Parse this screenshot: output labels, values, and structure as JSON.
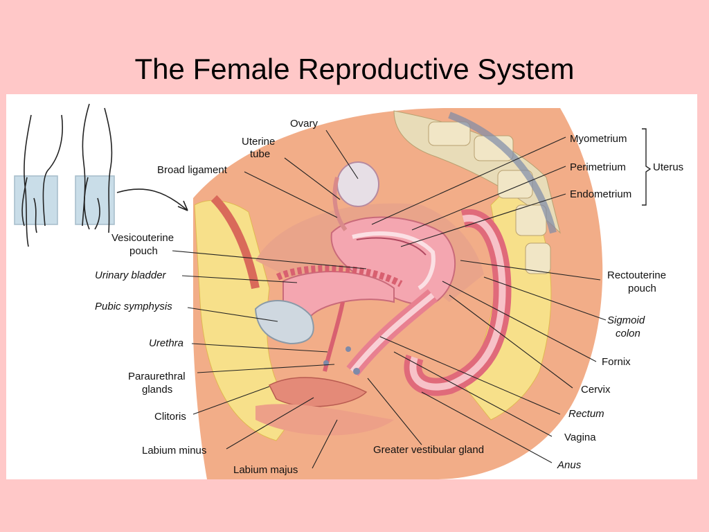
{
  "slide": {
    "title": "The Female Reproductive System"
  },
  "diagram": {
    "labels": {
      "ovary": "Ovary",
      "uterine_tube_1": "Uterine",
      "uterine_tube_2": "tube",
      "broad_ligament": "Broad ligament",
      "vesicouterine_1": "Vesicouterine",
      "vesicouterine_2": "pouch",
      "urinary_bladder": "Urinary bladder",
      "pubic_symphysis": "Pubic symphysis",
      "urethra": "Urethra",
      "paraurethral_1": "Paraurethral",
      "paraurethral_2": "glands",
      "clitoris": "Clitoris",
      "labium_minus": "Labium minus",
      "labium_majus": "Labium majus",
      "greater_vestibular_gland": "Greater vestibular gland",
      "anus": "Anus",
      "vagina": "Vagina",
      "rectum": "Rectum",
      "cervix": "Cervix",
      "fornix": "Fornix",
      "sigmoid_1": "Sigmoid",
      "sigmoid_2": "colon",
      "rectouterine_1": "Rectouterine",
      "rectouterine_2": "pouch",
      "myometrium": "Myometrium",
      "perimetrium": "Perimetrium",
      "endometrium": "Endometrium",
      "uterus": "Uterus"
    },
    "colors": {
      "slide_background": "#ffc8c8",
      "tissue_skin": "#f2ad88",
      "fat": "#f7e08a",
      "uterus": "#f4a6b0",
      "bladder": "#cfd8e0",
      "spine": "#e8dcb8"
    }
  }
}
